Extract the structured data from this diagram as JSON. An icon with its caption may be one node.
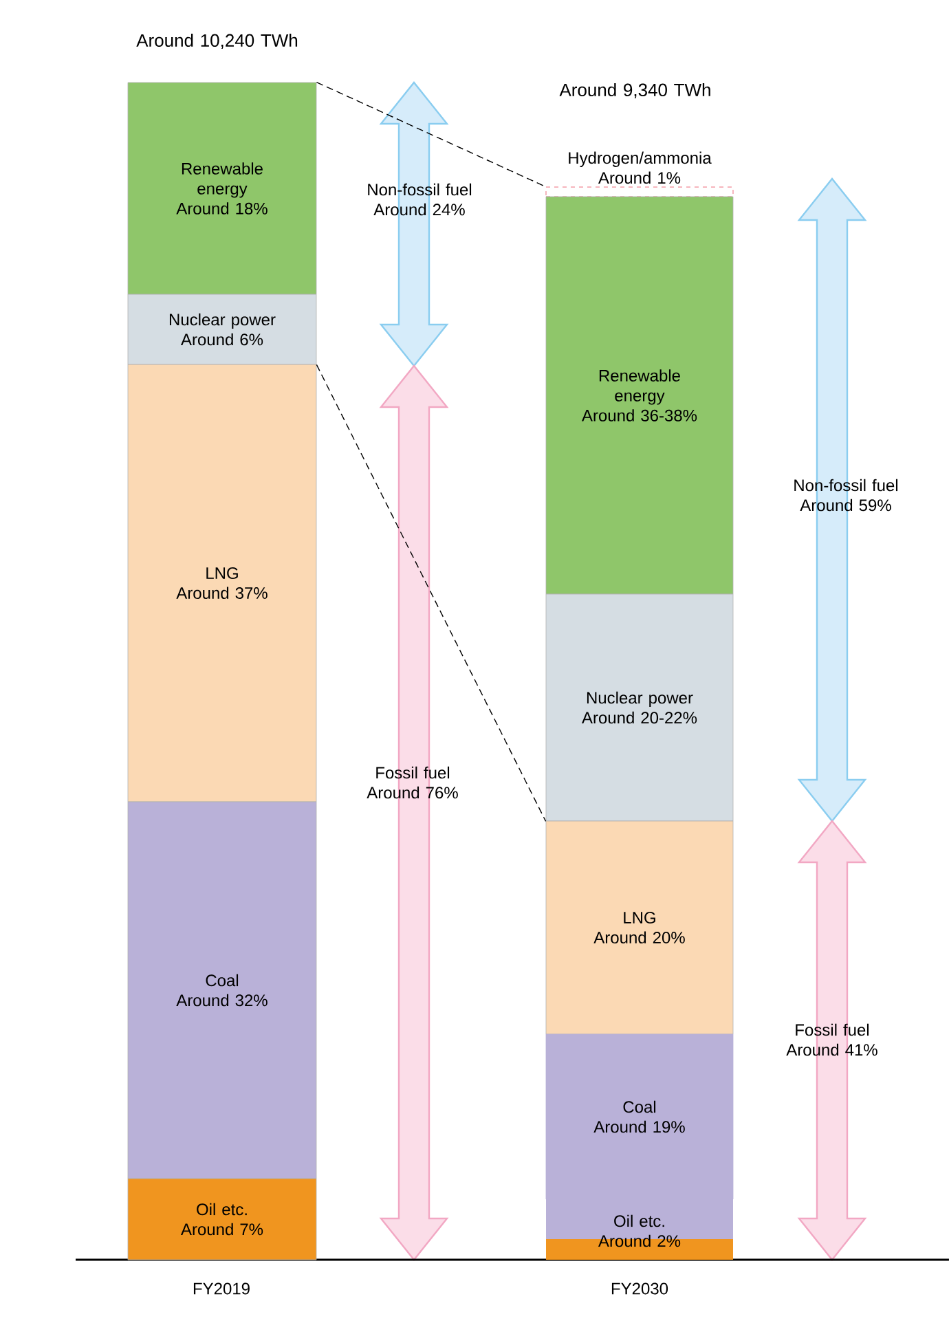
{
  "diagram": {
    "nodes": [
      {
        "text": [
          "Renewable energy",
          "Around 18%"
        ]
      },
      {
        "text": [
          "Nuclear power",
          "Around 6%"
        ]
      },
      {
        "text": [
          "LNG",
          "Around 37%"
        ]
      },
      {
        "text": [
          "Coal",
          "Around 32%"
        ]
      },
      {
        "text": [
          "Oil etc.",
          "Around 7%"
        ]
      },
      {
        "text": [
          "Hydrogen/ammonia",
          "Around 1%"
        ]
      },
      {
        "text": [
          "Renewable energy",
          "Around 36-38%"
        ]
      },
      {
        "text": [
          "Nuclear power",
          "Around 20-22%"
        ]
      },
      {
        "text": [
          "LNG",
          "Around 20%"
        ]
      },
      {
        "text": [
          "Coal",
          "Around 19%"
        ]
      },
      {
        "text": [
          "Oil etc.",
          "Around 2%"
        ]
      }
    ],
    "edges": [
      {
        "from": 0,
        "to": 5,
        "arrow": "none",
        "style": "dashed"
      },
      {
        "from": 1,
        "to": 7,
        "arrow": "none",
        "style": "dashed"
      }
    ],
    "labels": [
      "Around 10,240 TWh",
      "Around 9,340 TWh",
      "Non-fossil fuel Around 24%",
      "Non-fossil fuel Around 59%",
      "Fossil fuel Around 76%",
      "Fossil fuel Around 41%",
      "FY2019",
      "FY2030"
    ]
  }
}
